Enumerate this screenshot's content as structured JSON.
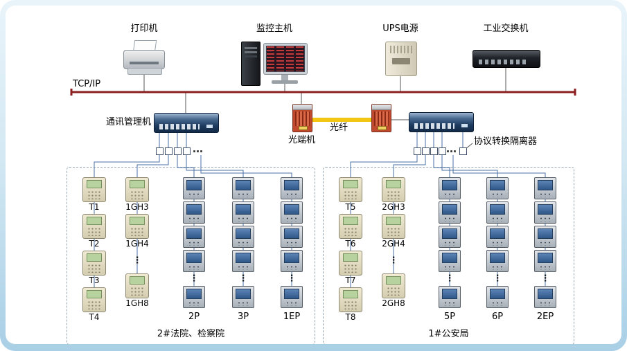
{
  "window": {
    "bus_label": "TCP/IP"
  },
  "top_devices": {
    "printer": "打印机",
    "host": "监控主机",
    "ups": "UPS电源",
    "industrial_switch": "工业交换机"
  },
  "middle": {
    "comm_manager": "通讯管理机",
    "optical_modem": "光端机",
    "fiber": "光纤",
    "isolator": "协议转换隔离器",
    "hdots": "…",
    "vdots": "⋮"
  },
  "groups": [
    {
      "caption": "2#法院、检察院",
      "columns": [
        {
          "type": "relay",
          "items": [
            {
              "kind": "relay",
              "label": "T1"
            },
            {
              "kind": "relay",
              "label": "T2"
            },
            {
              "kind": "relay",
              "label": "T3"
            },
            {
              "kind": "relay",
              "label": "T4"
            }
          ]
        },
        {
          "type": "relay",
          "items": [
            {
              "kind": "relay",
              "label": "1GH3"
            },
            {
              "kind": "relay",
              "label": "1GH4"
            },
            {
              "kind": "dots"
            },
            {
              "kind": "relay",
              "label": "1GH8"
            }
          ]
        },
        {
          "type": "meter",
          "label": "2P",
          "items": [
            {
              "kind": "meter"
            },
            {
              "kind": "meter"
            },
            {
              "kind": "meter"
            },
            {
              "kind": "meter"
            },
            {
              "kind": "dots"
            },
            {
              "kind": "meter"
            }
          ]
        },
        {
          "type": "meter",
          "label": "3P",
          "items": [
            {
              "kind": "meter"
            },
            {
              "kind": "meter"
            },
            {
              "kind": "meter"
            },
            {
              "kind": "meter"
            },
            {
              "kind": "dots"
            },
            {
              "kind": "meter"
            }
          ]
        },
        {
          "type": "meter",
          "label": "1EP",
          "items": [
            {
              "kind": "meter"
            },
            {
              "kind": "meter"
            },
            {
              "kind": "meter"
            },
            {
              "kind": "meter"
            },
            {
              "kind": "dots"
            },
            {
              "kind": "meter"
            }
          ]
        }
      ]
    },
    {
      "caption": "1#公安局",
      "columns": [
        {
          "type": "relay",
          "items": [
            {
              "kind": "relay",
              "label": "T5"
            },
            {
              "kind": "relay",
              "label": "T6"
            },
            {
              "kind": "relay",
              "label": "T7"
            },
            {
              "kind": "relay",
              "label": "T8"
            }
          ]
        },
        {
          "type": "relay",
          "items": [
            {
              "kind": "relay",
              "label": "2GH3"
            },
            {
              "kind": "relay",
              "label": "2GH4"
            },
            {
              "kind": "dots"
            },
            {
              "kind": "relay",
              "label": "2GH8"
            }
          ]
        },
        {
          "type": "meter",
          "label": "5P",
          "items": [
            {
              "kind": "meter"
            },
            {
              "kind": "meter"
            },
            {
              "kind": "meter"
            },
            {
              "kind": "meter"
            },
            {
              "kind": "dots"
            },
            {
              "kind": "meter"
            }
          ]
        },
        {
          "type": "meter",
          "label": "6P",
          "items": [
            {
              "kind": "meter"
            },
            {
              "kind": "meter"
            },
            {
              "kind": "meter"
            },
            {
              "kind": "meter"
            },
            {
              "kind": "dots"
            },
            {
              "kind": "meter"
            }
          ]
        },
        {
          "type": "meter",
          "label": "2EP",
          "items": [
            {
              "kind": "meter"
            },
            {
              "kind": "meter"
            },
            {
              "kind": "meter"
            },
            {
              "kind": "meter"
            },
            {
              "kind": "dots"
            },
            {
              "kind": "meter"
            }
          ]
        }
      ]
    }
  ],
  "colors": {
    "bus": "#8b1e1e",
    "fiber": "#f3c613",
    "wire": "#4a6fa5",
    "drop": "#555555",
    "frame_blue": "#a9cfe6"
  }
}
